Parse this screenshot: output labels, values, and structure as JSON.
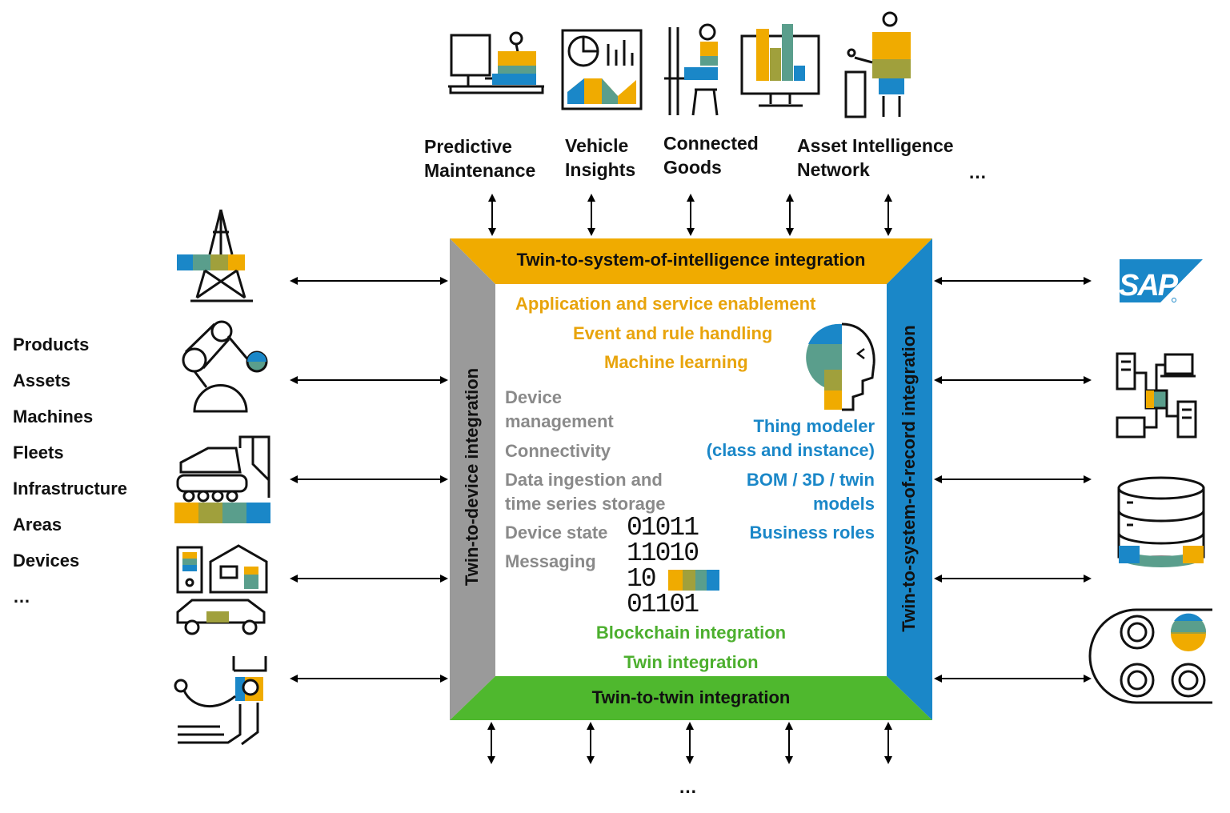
{
  "top_apps": [
    {
      "label": "Predictive\nMaintenance"
    },
    {
      "label": "Vehicle\nInsights"
    },
    {
      "label": "Connected\nGoods"
    },
    {
      "label": "Asset Intelligence\nNetwork"
    },
    {
      "label": "…"
    }
  ],
  "left_list": [
    "Products",
    "Assets",
    "Machines",
    "Fleets",
    "Infrastructure",
    "Areas",
    "Devices",
    "…"
  ],
  "frame": {
    "top": "Twin-to-system-of-intelligence integration",
    "left": "Twin-to-device integration",
    "right": "Twin-to-system-of-record integration",
    "bottom": "Twin-to-twin integration"
  },
  "center": {
    "orange": [
      "Application and service enablement",
      "Event and rule handling",
      "Machine learning"
    ],
    "gray": [
      "Device\nmanagement",
      "Connectivity",
      "Data ingestion and\ntime series storage",
      "Device state",
      "Messaging"
    ],
    "blue": [
      "Thing modeler\n(class and instance)",
      "BOM / 3D / twin\nmodels",
      "Business roles"
    ],
    "green": [
      "Blockchain integration",
      "Twin integration"
    ],
    "binary": [
      "01011",
      "11010",
      "10",
      "01101"
    ]
  },
  "right_logo": "SAP",
  "bottom_ellipsis": "…",
  "colors": {
    "orange": "#f0ab00",
    "gray": "#999999",
    "blue": "#1a87c8",
    "green": "#4fb82e",
    "teal": "#5a9e8c",
    "olive": "#a0a03c"
  }
}
